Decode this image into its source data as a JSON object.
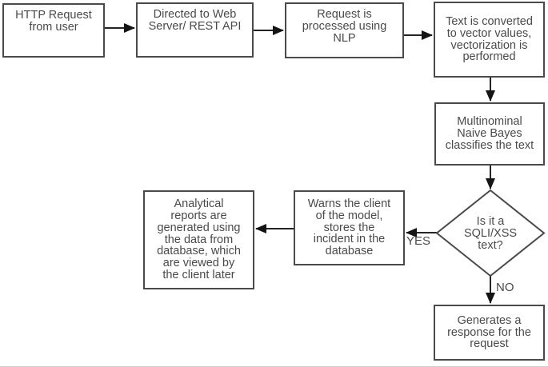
{
  "diagram": {
    "type": "flowchart",
    "nodes": {
      "http_request": "HTTP Request\nfrom user",
      "web_server": "Directed to Web\nServer/ REST API",
      "nlp": "Request is\nprocessed using\nNLP",
      "vectorization": "Text is converted\nto vector values,\nvectorization is\nperformed",
      "naive_bayes": "Multinominal\nNaive Bayes\nclassifies the text",
      "decision": "Is it a\nSQLI/XSS\ntext?",
      "warns_client": "Warns the client\nof the model,\nstores the\nincident in the\ndatabase",
      "analytical_reports": "Analytical\nreports are\ngenerated using\nthe data from\ndatabase, which\nare viewed by\nthe client later",
      "generate_response": "Generates a\nresponse for the\nrequest"
    },
    "edge_labels": {
      "yes": "YES",
      "no": "NO"
    },
    "colors": {
      "box_border": "#4a4a4a",
      "text": "#4a4a4a",
      "arrow": "#242424",
      "background": "#ffffff"
    }
  }
}
